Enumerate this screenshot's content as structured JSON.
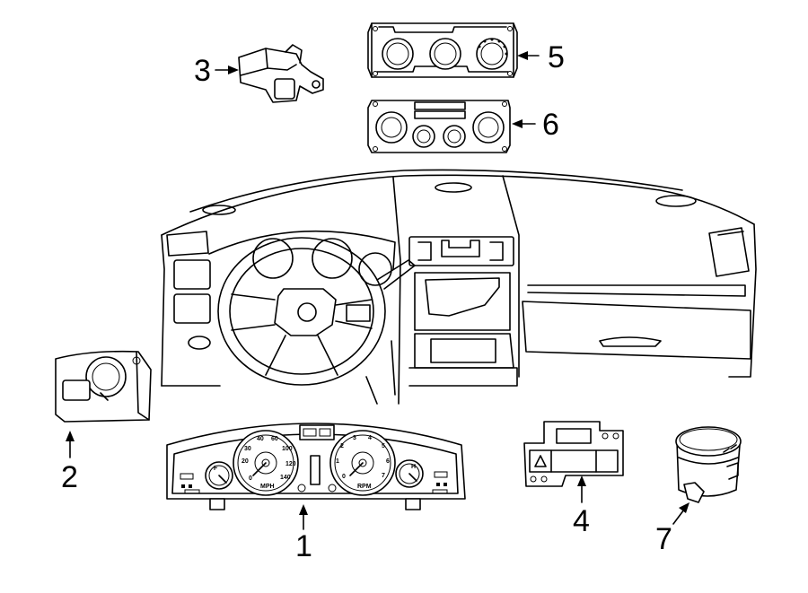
{
  "callouts": {
    "c1": "1",
    "c2": "2",
    "c3": "3",
    "c4": "4",
    "c5": "5",
    "c6": "6",
    "c7": "7"
  },
  "cluster": {
    "speed_ticks": [
      "0",
      "20",
      "30",
      "40",
      "60",
      "100",
      "120",
      "140"
    ],
    "speed_unit": "MPH",
    "rpm_ticks": [
      "0",
      "1",
      "2",
      "3",
      "4",
      "5",
      "6",
      "7"
    ],
    "rpm_unit": "RPM",
    "fuel_letter": "F",
    "temp_letter": "H"
  }
}
